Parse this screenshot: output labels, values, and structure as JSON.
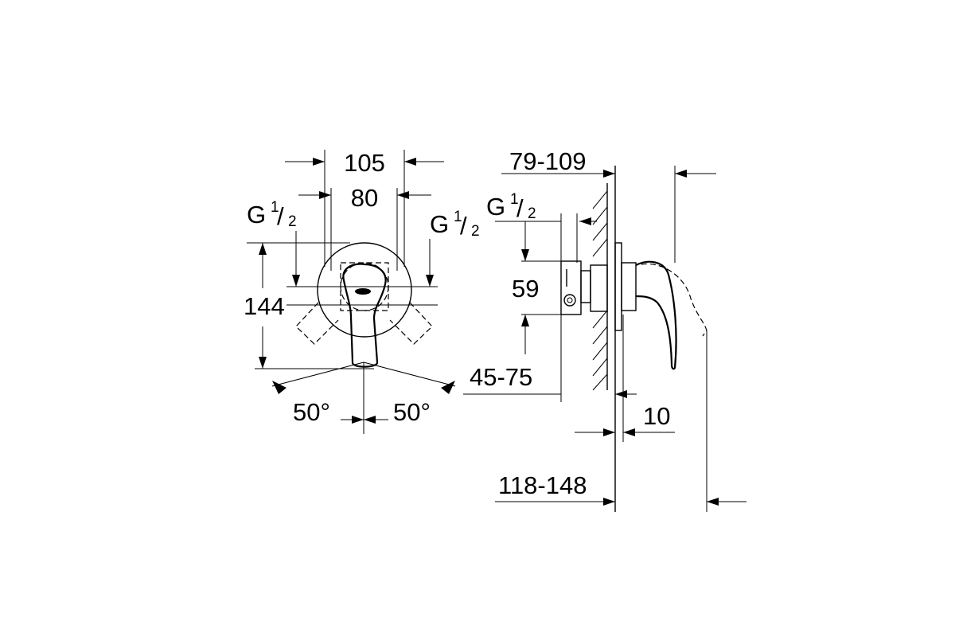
{
  "dimensions": {
    "front_width_outer": "105",
    "front_width_inner": "80",
    "front_height": "144",
    "angle_left": "50°",
    "angle_right": "50°",
    "side_projection": "79-109",
    "side_height": "59",
    "side_depth": "45-75",
    "plate_thickness": "10",
    "total_depth": "118-148"
  },
  "threads": {
    "left": {
      "main": "G",
      "num": "1",
      "den": "2"
    },
    "right": {
      "main": "G",
      "num": "1",
      "den": "2"
    },
    "side": {
      "main": "G",
      "num": "1",
      "den": "2"
    }
  }
}
